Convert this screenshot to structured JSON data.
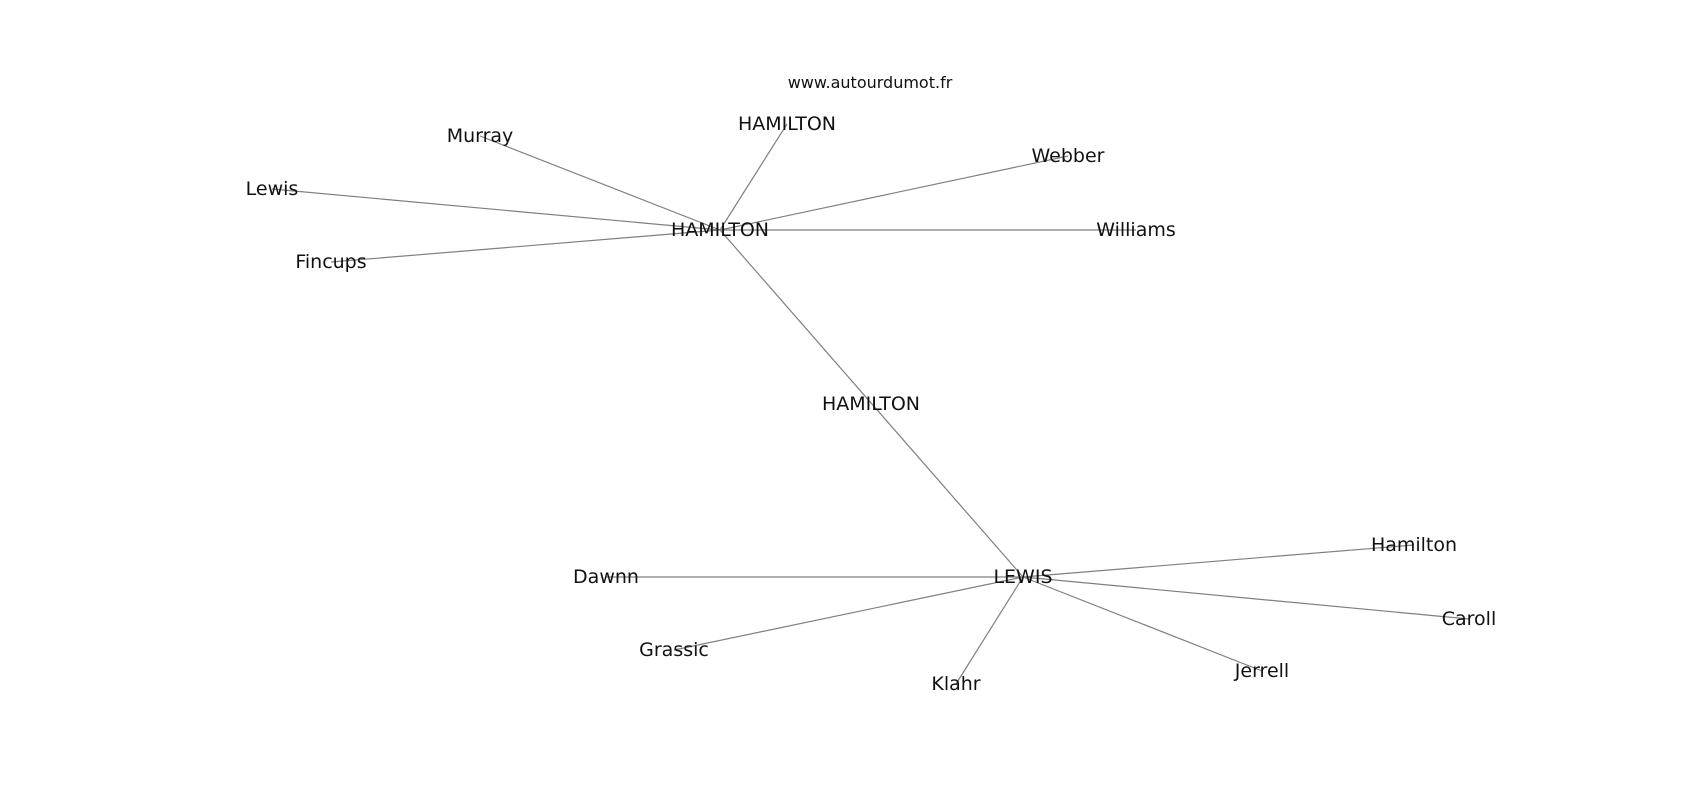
{
  "site": "www.autourdumot.fr",
  "graph": {
    "nodes": [
      {
        "id": "hamilton_main",
        "label": "HAMILTON"
      },
      {
        "id": "hamilton_top",
        "label": "HAMILTON"
      },
      {
        "id": "murray",
        "label": "Murray"
      },
      {
        "id": "lewis_small",
        "label": "Lewis"
      },
      {
        "id": "fincups",
        "label": "Fincups"
      },
      {
        "id": "webber",
        "label": "Webber"
      },
      {
        "id": "williams",
        "label": "Williams"
      },
      {
        "id": "hamilton_mid",
        "label": "HAMILTON"
      },
      {
        "id": "lewis_main",
        "label": "LEWIS"
      },
      {
        "id": "dawnn",
        "label": "Dawnn"
      },
      {
        "id": "grassic",
        "label": "Grassic"
      },
      {
        "id": "klahr",
        "label": "Klahr"
      },
      {
        "id": "jerrell",
        "label": "Jerrell"
      },
      {
        "id": "caroll",
        "label": "Caroll"
      },
      {
        "id": "hamilton_small",
        "label": "Hamilton"
      }
    ],
    "edges": [
      [
        "hamilton_main",
        "hamilton_top"
      ],
      [
        "hamilton_main",
        "murray"
      ],
      [
        "hamilton_main",
        "lewis_small"
      ],
      [
        "hamilton_main",
        "fincups"
      ],
      [
        "hamilton_main",
        "webber"
      ],
      [
        "hamilton_main",
        "williams"
      ],
      [
        "hamilton_main",
        "lewis_main"
      ],
      [
        "lewis_main",
        "dawnn"
      ],
      [
        "lewis_main",
        "grassic"
      ],
      [
        "lewis_main",
        "klahr"
      ],
      [
        "lewis_main",
        "jerrell"
      ],
      [
        "lewis_main",
        "caroll"
      ],
      [
        "lewis_main",
        "hamilton_small"
      ]
    ]
  }
}
